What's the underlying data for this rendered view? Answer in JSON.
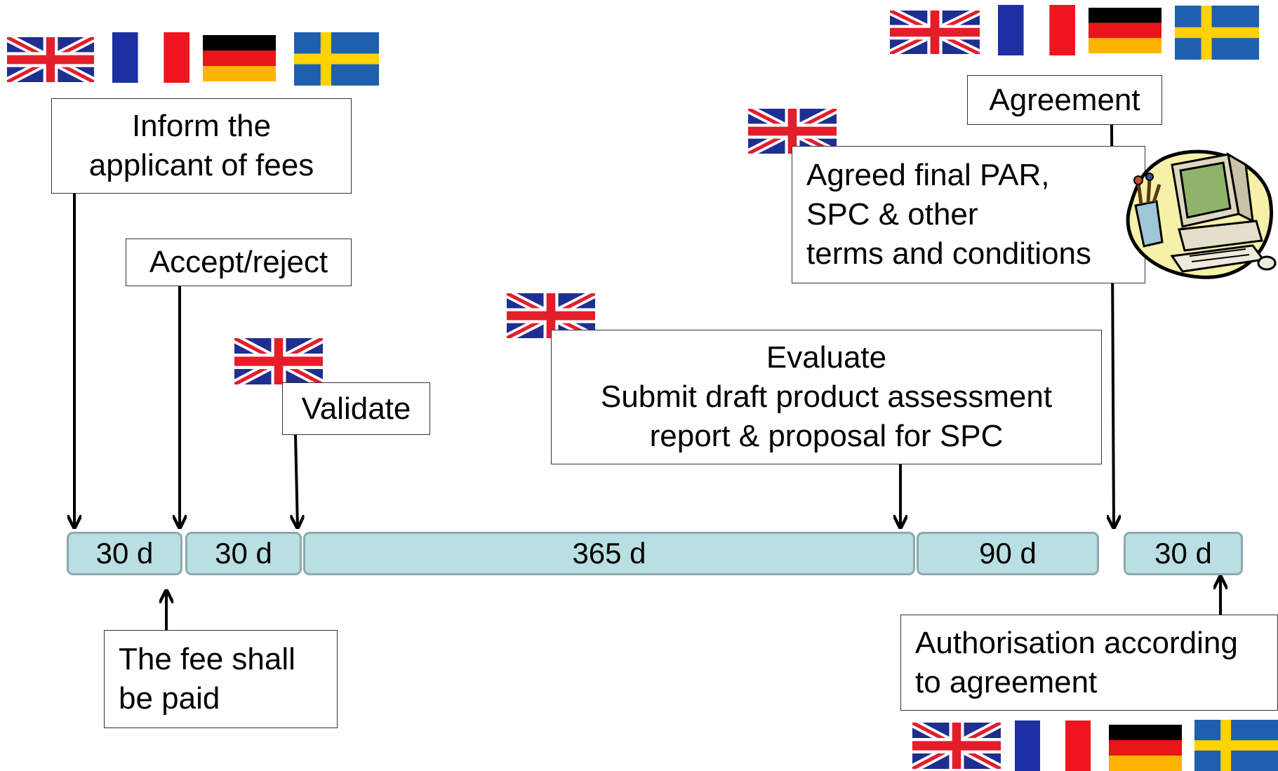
{
  "boxes": {
    "inform": [
      "Inform the",
      "applicant of fees"
    ],
    "accept": "Accept/reject",
    "validate": "Validate",
    "evaluate": [
      "Evaluate",
      "Submit draft product assessment",
      "report & proposal for SPC"
    ],
    "agreement": "Agreement",
    "agreed_final": [
      "Agreed final PAR,",
      "SPC & other",
      "terms and conditions"
    ],
    "fee": [
      "The fee shall",
      "be paid"
    ],
    "authorisation": [
      "Authorisation according",
      "to agreement"
    ]
  },
  "timeline": {
    "segments": [
      {
        "label": "30 d"
      },
      {
        "label": "30 d"
      },
      {
        "label": "365 d"
      },
      {
        "label": "90 d"
      },
      {
        "label": "30 d"
      }
    ]
  },
  "flags": [
    "uk-flag-icon",
    "france-flag-icon",
    "germany-flag-icon",
    "sweden-flag-icon"
  ],
  "colors": {
    "segment_fill": "#b9dfe2",
    "segment_border": "#8ea9ad",
    "uk_blue": "#1f2f8f",
    "uk_red": "#e41d2b",
    "france_blue": "#1c2fa3",
    "france_red": "#f0141e",
    "germany_black": "#000000",
    "germany_red": "#e8151b",
    "germany_gold": "#ffb400",
    "sweden_blue": "#1f5fb0",
    "sweden_yellow": "#ffd200"
  }
}
